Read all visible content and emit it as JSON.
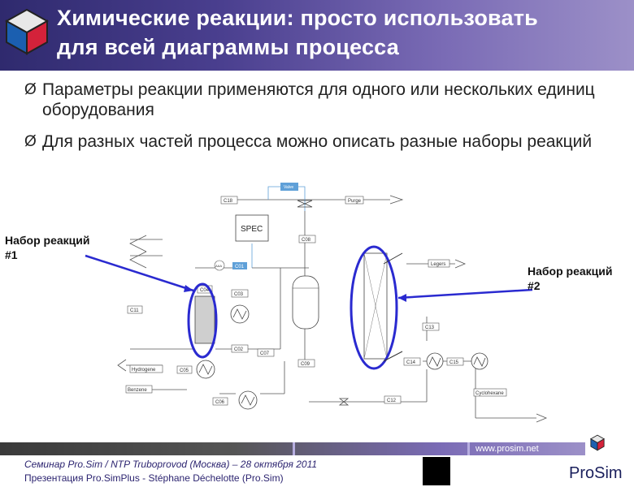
{
  "header": {
    "title_line1": "Химические реакции:  просто использовать",
    "title_line2": "для всей диаграммы процесса"
  },
  "bullets": [
    "Параметры реакции применяются для одного или нескольких единиц оборудования",
    "Для разных частей процесса можно описать разные наборы реакций"
  ],
  "bullet_mark": "Ø",
  "labels": {
    "left_line1": "Набор реакций",
    "left_line2": "#1",
    "right_line1": "Набор реакций",
    "right_line2": "#2"
  },
  "diagram": {
    "spec": "SPEC",
    "tags": {
      "c18": "C18",
      "val": "Valve",
      "purge": "Purge",
      "c08": "C08",
      "c01": "C01",
      "c04": "C04",
      "c03": "C03",
      "c11": "C11",
      "c02": "C02",
      "c07": "C07",
      "c09": "C09",
      "c05": "C05",
      "hydrogen": "Hydrogene",
      "benzene": "Benzene",
      "c06": "C06",
      "c12": "C12",
      "c13": "C13",
      "c14": "C14",
      "c15": "C15",
      "cyclohexane": "Cyclohexane",
      "legers": "Legers",
      "aaa": "AAA"
    }
  },
  "footer": {
    "url": "www.prosim.net",
    "line1": "Семинар Pro.Sim / NTP Truboprovod (Москва) – 28 октября 2011",
    "line2": "Презентация Pro.SimPlus - Stéphane Déchelotte (Pro.Sim)",
    "brand": "ProSim"
  },
  "colors": {
    "header": "#4a3f8f",
    "highlight": "#2a2ad0",
    "pipe_blue": "#5fa0d8"
  }
}
